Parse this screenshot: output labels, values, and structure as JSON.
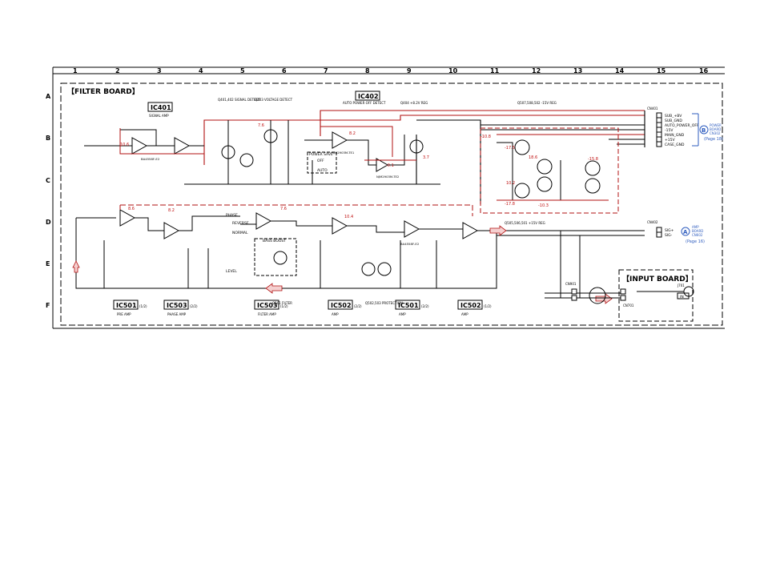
{
  "frame": {
    "columns": [
      "1",
      "2",
      "3",
      "4",
      "5",
      "6",
      "7",
      "8",
      "9",
      "10",
      "11",
      "12",
      "13",
      "14",
      "15",
      "16"
    ],
    "rows": [
      "A",
      "B",
      "C",
      "D",
      "E",
      "F"
    ]
  },
  "filter_board": {
    "title": "【FILTER BOARD】",
    "ic_labels": [
      {
        "name": "IC401",
        "sub": "SIGNAL AMP"
      },
      {
        "name": "IC402",
        "sub": "AUTO POWER OFF DETECT"
      },
      {
        "name": "IC501",
        "sub": "PRE AMP",
        "suffix": "(1/2)"
      },
      {
        "name": "IC503",
        "sub": "PHASE AMP",
        "suffix": "(2/2)"
      },
      {
        "name": "IC503",
        "sub": "FILTER AMP",
        "suffix": "(1/2)"
      },
      {
        "name": "IC502",
        "sub": "AMP",
        "suffix": "(2/2)"
      },
      {
        "name": "IC501",
        "sub": "AMP",
        "suffix": "(2/2)"
      },
      {
        "name": "IC502",
        "sub": "AMP",
        "suffix": "(1/2)"
      }
    ],
    "section_notes": {
      "signal_detect": "Q401,402 SIGNAL DETECT",
      "voltage_detect": "Q403 VOLTAGE DETECT",
      "q404": "Q404 +8.2V REG",
      "q507": "Q507,508,502 -15V REG",
      "q501": "Q501 FILTER",
      "q502": "Q502,503 PROTECTION",
      "zener": "Q505,506,501 +15V REG"
    },
    "switches": {
      "power_save": "POWER SAVE",
      "off": "OFF",
      "auto": "AUTO",
      "phase": "PHASE",
      "reverse": "REVERSE",
      "normal": "NORMAL",
      "bass_boost": "BASS BOOST",
      "level": "LEVEL"
    },
    "connectors": {
      "cn401": "CN401",
      "cn401_pins": [
        "SUB_+BV",
        "SUB_GND",
        "AUTO_POWER_OFF",
        "-15V",
        "MAIN_GND",
        "+15V",
        "CASE_GND"
      ],
      "cn402": "CN402",
      "cn402_pins": [
        "SIG+",
        "SIG-"
      ],
      "power_board": {
        "badge": "B",
        "lines": [
          "POWER",
          "BOARD",
          "CN302"
        ],
        "page": "(Page 18)"
      },
      "amp_board": {
        "badge": "A",
        "lines": [
          "AMP",
          "BOARD",
          "CN602"
        ],
        "page": "(Page 16)"
      }
    },
    "ic_parts": [
      "BA4558F-E2",
      "NJM2903M-TE1",
      "BA4558F-E2",
      "NJM2903M-TE2"
    ],
    "red_voltages": [
      "7.6",
      "8.2",
      "-0.1",
      "3.7",
      "10.6",
      "-10.8",
      "-17.5",
      "18.6",
      "-15.8",
      "10.2",
      "-10.3",
      "-17.8",
      "8.6",
      "8.2",
      "7.6",
      "10.4"
    ]
  },
  "input_board": {
    "title": "【INPUT BOARD】",
    "jack": "J701",
    "jack_label": "IN",
    "cn701": "CN701",
    "cn901": "CN901"
  }
}
